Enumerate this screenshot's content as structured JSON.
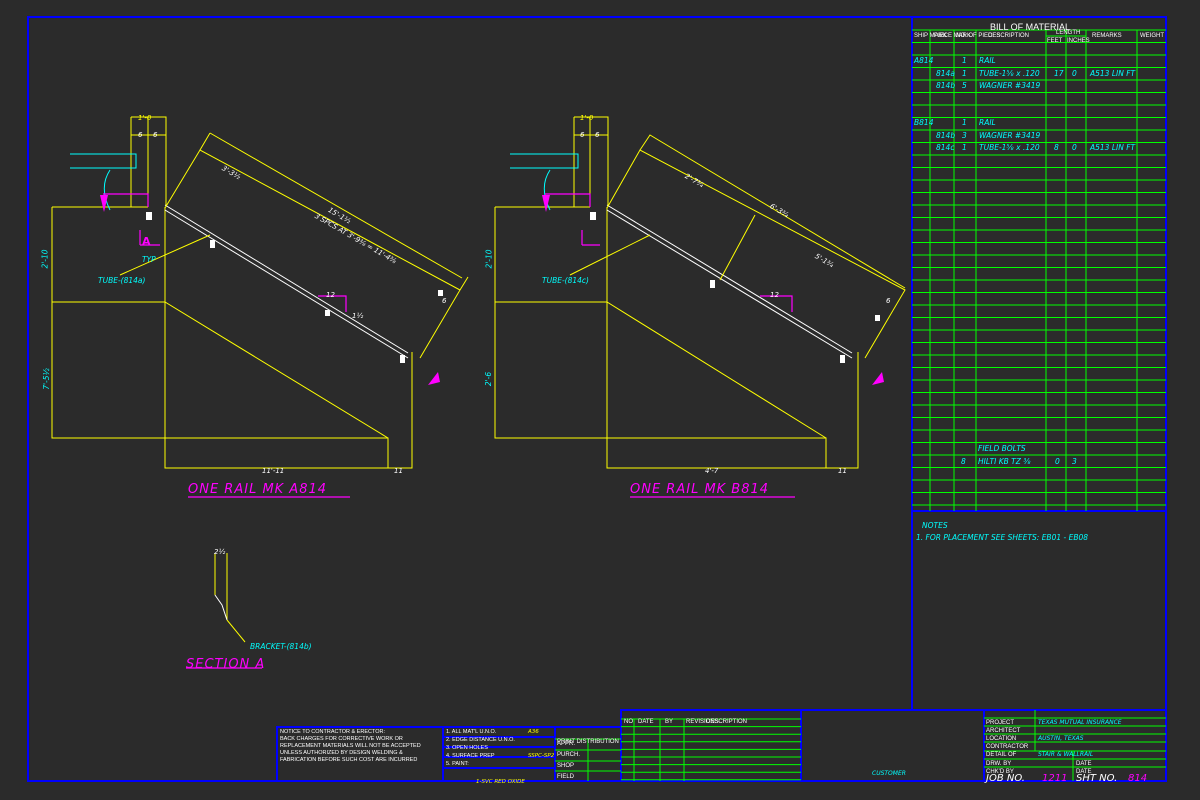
{
  "drawing": {
    "views": [
      {
        "title": "ONE RAIL MK A814",
        "tube_label": "TUBE-(814a)",
        "typ_label": "TYP",
        "section_tag": "A",
        "dims": {
          "top_width": "1'-0",
          "split_a": "6",
          "split_b": "6",
          "first_seg": "3'-3½",
          "overall": "15'-1½",
          "spacing": "3 SPCS AT 3'-9⅜ = 11'-4⅜",
          "slope_rise": "12",
          "slope_run": "1½",
          "end_a": "6",
          "left_upper": "2'-10",
          "left_lower": "7'-5½",
          "bottom": "11'-11",
          "bottom_end": "11"
        }
      },
      {
        "title": "ONE RAIL MK B814",
        "tube_label": "TUBE-(814c)",
        "dims": {
          "top_width": "1'-0",
          "split_a": "6",
          "split_b": "6",
          "first_seg": "2'-7¾",
          "mid_seg": "6'-3¾",
          "last_seg": "5'-1¾",
          "slope_rise": "12",
          "end_a": "6",
          "left_upper": "2'-10",
          "left_lower": "2'-6",
          "bottom": "4'-7",
          "bottom_end": "11"
        }
      }
    ],
    "section": {
      "title": "SECTION A",
      "dim": "2½",
      "bracket_label": "BRACKET-(814b)"
    }
  },
  "bom": {
    "title": "BILL OF MATERIAL",
    "headers": [
      "SHIP MARK",
      "PIECE MARK",
      "NO. OF PIECES",
      "DESCRIPTION",
      "FEET",
      "INCHES",
      "REMARKS",
      "WEIGHT"
    ],
    "length_header": "LENGTH",
    "rows": [
      {
        "ship": "A814",
        "piece": "",
        "qty": "1",
        "desc": "RAIL",
        "ft": "",
        "in": "",
        "remarks": ""
      },
      {
        "ship": "",
        "piece": "814a",
        "qty": "1",
        "desc": "TUBE-1⅝ x .120",
        "ft": "17",
        "in": "0",
        "remarks": "A513 LIN FT"
      },
      {
        "ship": "",
        "piece": "814b",
        "qty": "5",
        "desc": "WAGNER #3419",
        "ft": "",
        "in": "",
        "remarks": ""
      },
      {
        "ship": "B814",
        "piece": "",
        "qty": "1",
        "desc": "RAIL",
        "ft": "",
        "in": "",
        "remarks": ""
      },
      {
        "ship": "",
        "piece": "814b",
        "qty": "3",
        "desc": "WAGNER #3419",
        "ft": "",
        "in": "",
        "remarks": ""
      },
      {
        "ship": "",
        "piece": "814c",
        "qty": "1",
        "desc": "TUBE-1⅝ x .120",
        "ft": "8",
        "in": "0",
        "remarks": "A513 LIN FT"
      }
    ],
    "field_bolts_title": "FIELD BOLTS",
    "field_bolts": {
      "qty": "8",
      "desc": "HILTI KB TZ ⅜",
      "ft": "0",
      "in": "3"
    }
  },
  "notes": {
    "title": "NOTES",
    "items": [
      "1. FOR PLACEMENT SEE SHEETS: EB01 - EB08"
    ]
  },
  "title_block": {
    "notice": [
      "NOTICE TO CONTRACTOR & ERECTOR:",
      "BACK CHARGES FOR CORRECTIVE WORK OR",
      "REPLACEMENT MATERIALS WILL NOT BE ACCEPTED",
      "UNLESS AUTHORIZED BY DESIGN WELDING &",
      "FABRICATION BEFORE SUCH COST ARE INCURRED"
    ],
    "specs": [
      "1. ALL MAT'L U.N.O.",
      "2. EDGE DISTANCE U.N.O.",
      "3. OPEN HOLES",
      "4. SURFACE PREP",
      "5. PAINT:"
    ],
    "spec_values": [
      "A36",
      "",
      "",
      "SSPC-SP2",
      ""
    ],
    "paint_value": "1-SVC RED OXIDE",
    "print_distribution": "PRINT DISTRIBUTION",
    "dist_items": [
      "APPR.",
      "PURCH.",
      "SHOP",
      "FIELD"
    ],
    "revisions_title": "REVISIONS",
    "rev_headers": [
      "NO",
      "DATE",
      "BY",
      "DESCRIPTION"
    ],
    "customer": "CUSTOMER",
    "project_label": "PROJECT",
    "project": "TEXAS MUTUAL INSURANCE",
    "architect_label": "ARCHITECT",
    "location_label": "LOCATION",
    "location": "AUSTIN, TEXAS",
    "contractor_label": "CONTRACTOR",
    "detail_label": "DETAIL OF",
    "detail": "STAIR & WALLRAIL",
    "drawn_label": "DRW. BY",
    "checked_label": "CHK'D BY",
    "date_label": "DATE",
    "job_label": "JOB NO.",
    "job_no": "1211",
    "sheet_label": "SHT NO.",
    "sheet_no": "814"
  }
}
